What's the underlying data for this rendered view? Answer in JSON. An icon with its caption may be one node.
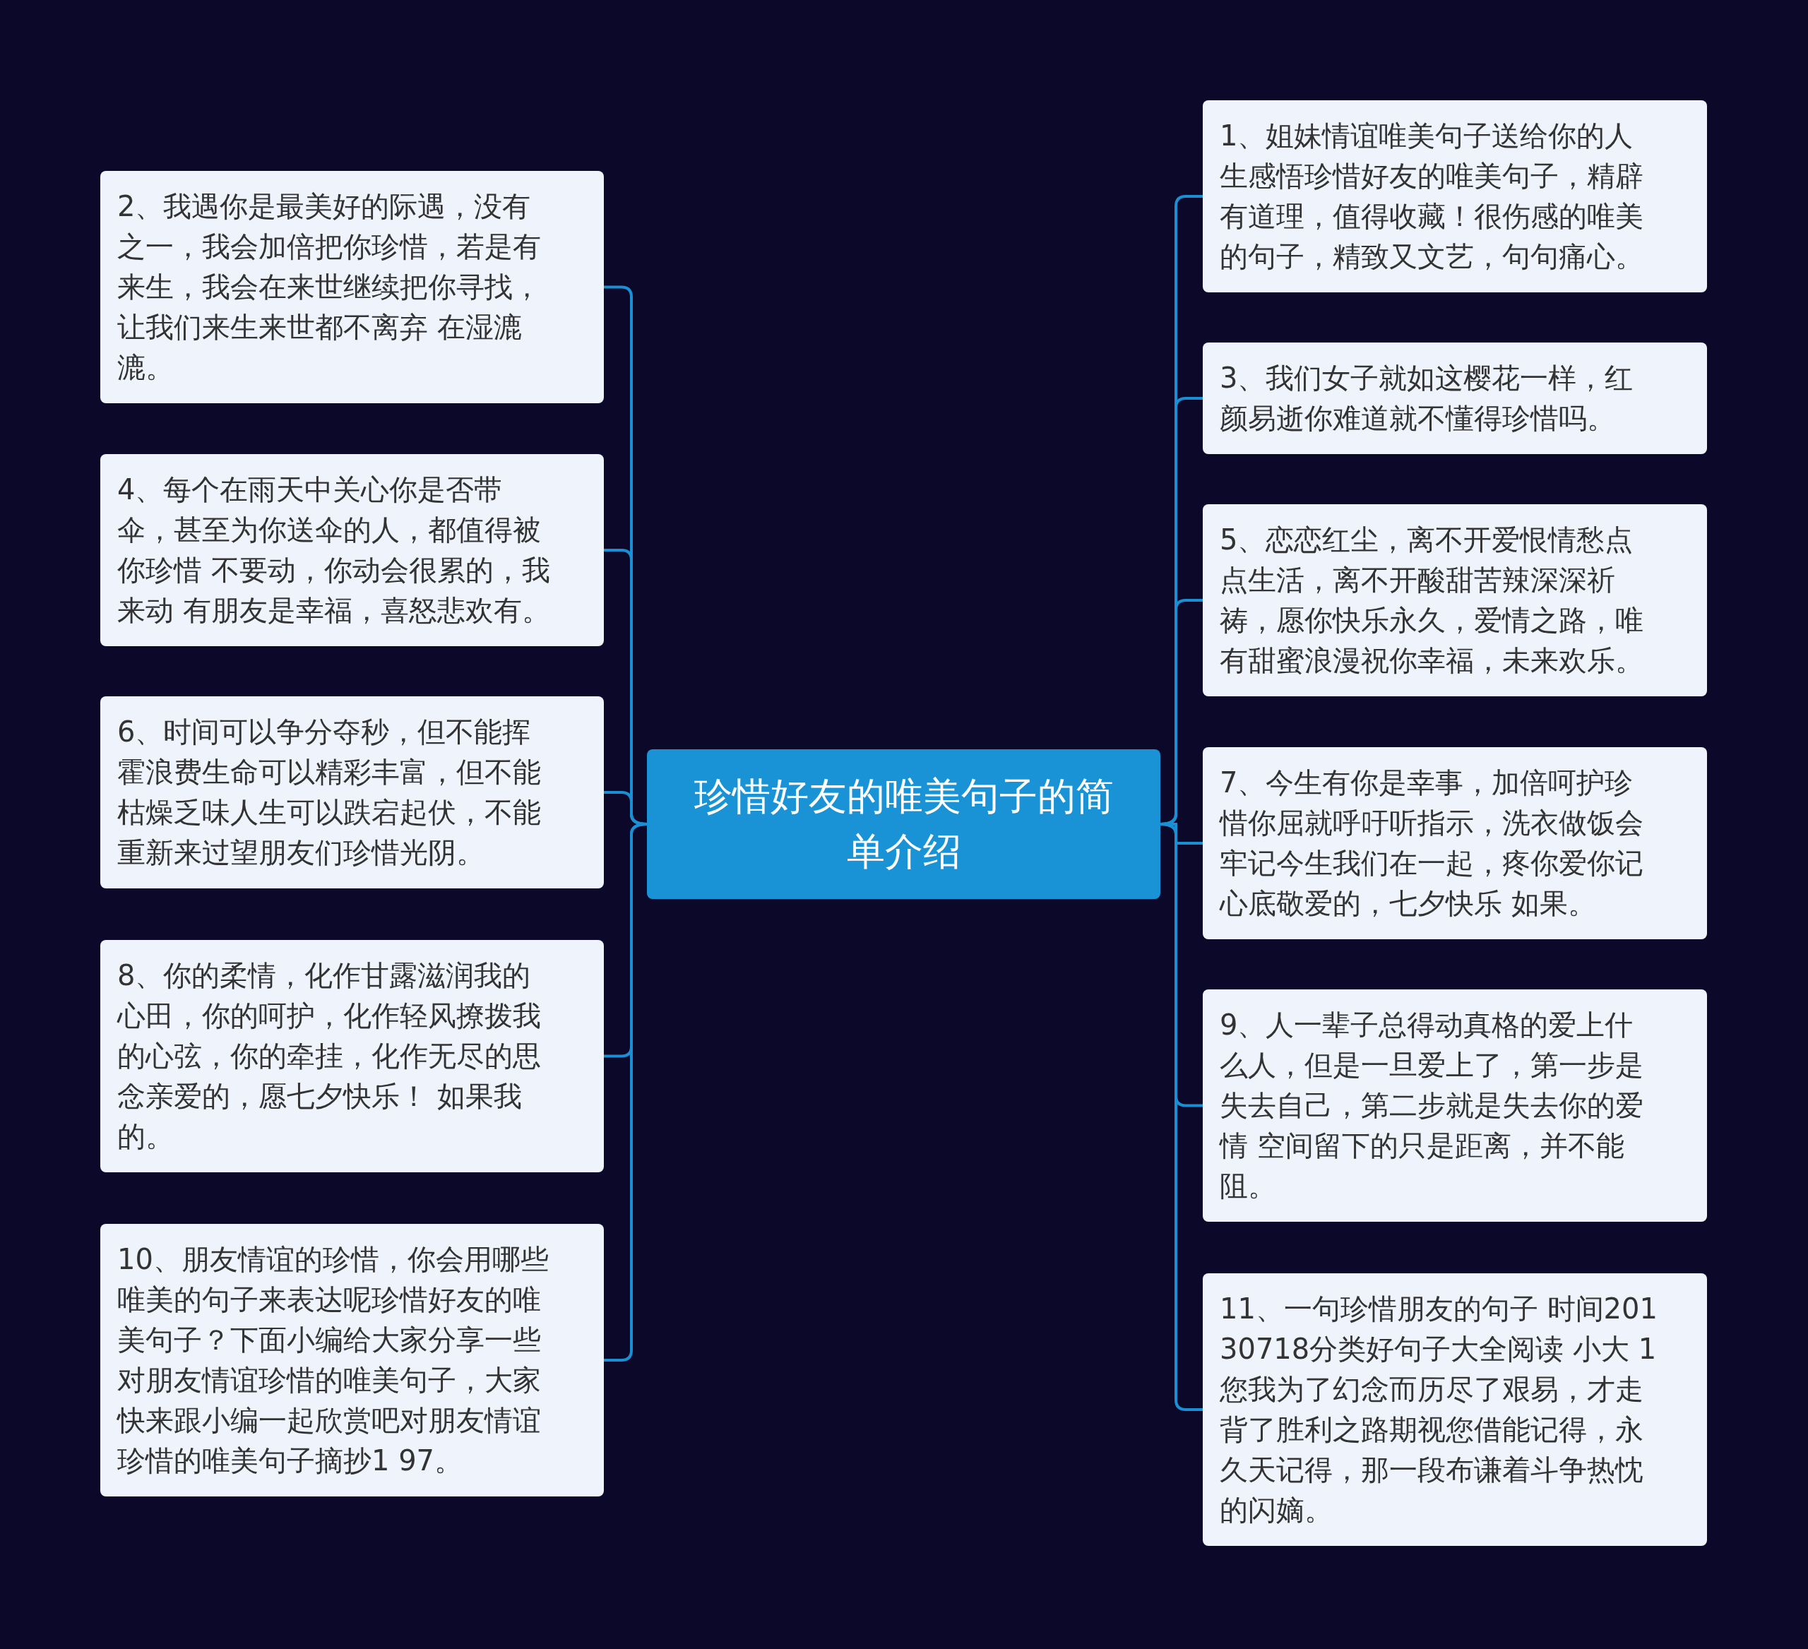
{
  "diagram": {
    "nodes": [
      {
        "text": [
          "珍惜好友的唯美句子的简单介绍"
        ]
      },
      {
        "text": [
          "1、姐妹情谊唯美句子送给你的人生感悟珍惜好友的唯美句子，精辟有道理，值得收藏！很伤感的唯美的句子，精致又文艺，句句痛心。"
        ]
      },
      {
        "text": [
          "2、我遇你是最美好的际遇，没有之一，我会加倍把你珍惜，若是有来生，我会在来世继续把你寻找，让我们来生来世都不离弃 在湿漉漉。"
        ]
      },
      {
        "text": [
          "3、我们女子就如这樱花一样，红颜易逝你难道就不懂得珍惜吗。"
        ]
      },
      {
        "text": [
          "4、每个在雨天中关心你是否带伞，甚至为你送伞的人，都值得被你珍惜 不要动，你动会很累的，我来动 有朋友是幸福，喜怒悲欢有。"
        ]
      },
      {
        "text": [
          "5、恋恋红尘，离不开爱恨情愁点点生活，离不开酸甜苦辣深深祈祷，愿你快乐永久，爱情之路，唯有甜蜜浪漫祝你幸福，未来欢乐。"
        ]
      },
      {
        "text": [
          "6、时间可以争分夺秒，但不能挥霍浪费生命可以精彩丰富，但不能枯燥乏味人生可以跌宕起伏，不能重新来过望朋友们珍惜光阴。"
        ]
      },
      {
        "text": [
          "7、今生有你是幸事，加倍呵护珍惜你屈就呼吁听指示，洗衣做饭会牢记今生我们在一起，疼你爱你记心底敬爱的，七夕快乐 如果。"
        ]
      },
      {
        "text": [
          "8、你的柔情，化作甘露滋润我的心田，你的呵护，化作轻风撩拨我的心弦，你的牵挂，化作无尽的思念亲爱的，愿七夕快乐！ 如果我的。"
        ]
      },
      {
        "text": [
          "9、人一辈子总得动真格的爱上什么人，但是一旦爱上了，第一步是失去自己，第二步就是失去你的爱情 空间留下的只是距离，并不能阻。"
        ]
      },
      {
        "text": [
          "10、朋友情谊的珍惜，你会用哪些唯美的句子来表达呢珍惜好友的唯美句子？下面小编给大家分享一些对朋友情谊珍惜的唯美句子，大家快来跟小编一起欣赏吧对朋友情谊珍惜的唯美句子摘抄1 97。"
        ]
      },
      {
        "text": [
          "11、一句珍惜朋友的句子 时间20130718分类好句子大全阅读 小大 1您我为了幻念而历尽了艰易，才走背了胜利之路期视您借能记得，永久天记得，那一段布谦着斗争热忱的闪嫡。"
        ]
      }
    ],
    "edges": [
      {
        "from": 0,
        "to": 1,
        "arrow": "none"
      },
      {
        "from": 0,
        "to": 2,
        "arrow": "none"
      },
      {
        "from": 0,
        "to": 3,
        "arrow": "none"
      },
      {
        "from": 0,
        "to": 4,
        "arrow": "none"
      },
      {
        "from": 0,
        "to": 5,
        "arrow": "none"
      },
      {
        "from": 0,
        "to": 6,
        "arrow": "none"
      },
      {
        "from": 0,
        "to": 7,
        "arrow": "none"
      },
      {
        "from": 0,
        "to": 8,
        "arrow": "none"
      },
      {
        "from": 0,
        "to": 9,
        "arrow": "none"
      },
      {
        "from": 0,
        "to": 10,
        "arrow": "none"
      },
      {
        "from": 0,
        "to": 11,
        "arrow": "none"
      }
    ]
  }
}
